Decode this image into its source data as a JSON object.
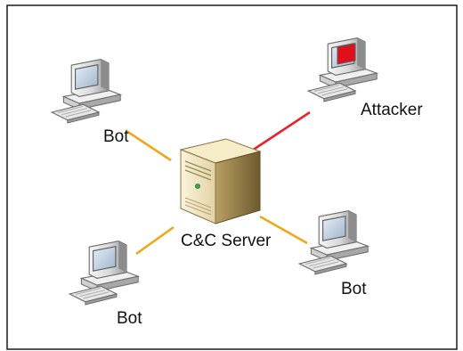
{
  "diagram": {
    "nodes": {
      "server": {
        "label": "C&C Server",
        "icon": "server-tower-icon"
      },
      "attacker": {
        "label": "Attacker",
        "icon": "computer-icon",
        "screen_color": "#e0101a"
      },
      "bot_top_left": {
        "label": "Bot",
        "icon": "computer-icon"
      },
      "bot_bottom_left": {
        "label": "Bot",
        "icon": "computer-icon"
      },
      "bot_right": {
        "label": "Bot",
        "icon": "computer-icon"
      }
    },
    "edges": [
      {
        "from": "attacker",
        "to": "server",
        "color": "#e8232a"
      },
      {
        "from": "bot_top_left",
        "to": "server",
        "color": "#f0a818"
      },
      {
        "from": "bot_bottom_left",
        "to": "server",
        "color": "#f0a818"
      },
      {
        "from": "bot_right",
        "to": "server",
        "color": "#f0a818"
      }
    ]
  }
}
